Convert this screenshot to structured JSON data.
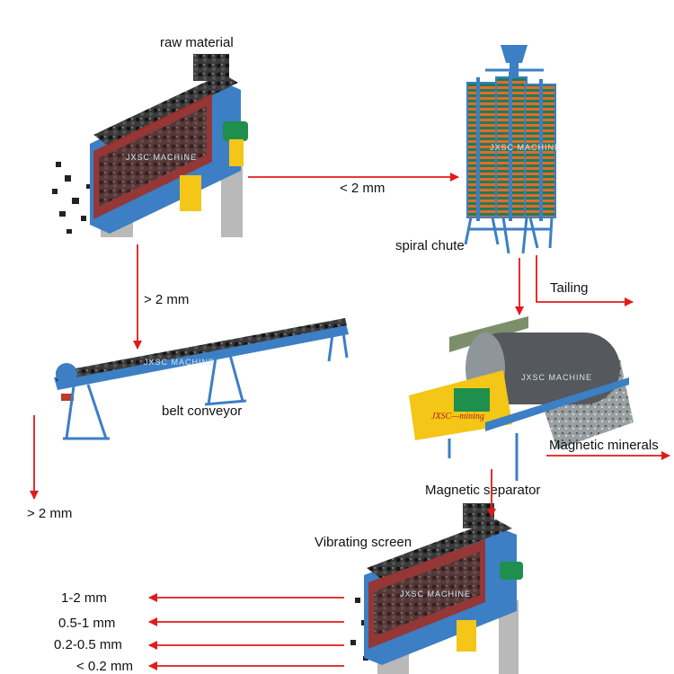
{
  "labels": {
    "raw_material": "raw material",
    "spiral_chute": "spiral chute",
    "belt_conveyor": "belt conveyor",
    "magnetic_separator": "Magnetic separator",
    "vibrating_screen": "Vibrating screen"
  },
  "flows": {
    "lt_2mm": "< 2 mm",
    "gt_2mm_screen": "> 2 mm",
    "gt_2mm_conveyor": "> 2 mm",
    "tailing": "Tailing",
    "magnetic_minerals": "Magnetic minerals"
  },
  "outputs": [
    "1-2 mm",
    "0.5-1 mm",
    "0.2-0.5 mm",
    "< 0.2 mm"
  ],
  "watermarks": {
    "jxsc_machine": "JXSC MACHINE",
    "jxsc_mining": "JXSC—mining"
  },
  "colors": {
    "arrow": "#e41a1a",
    "frame_blue": "#3c7fc4",
    "yellow": "#f3c617",
    "motor_green": "#1e8f4c",
    "ore_dark": "#2a2a2a",
    "concrete": "#b9b9b9"
  }
}
